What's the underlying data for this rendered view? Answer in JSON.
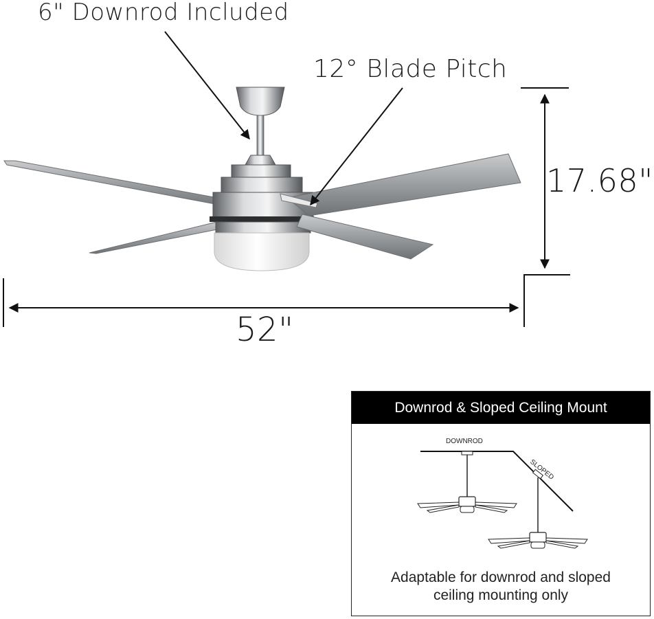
{
  "callouts": {
    "downrod": "6\" Downrod Included",
    "blade_pitch": "12° Blade Pitch"
  },
  "dimensions": {
    "height": "17.68\"",
    "width": "52\""
  },
  "mount_panel": {
    "title": "Downrod & Sloped Ceiling Mount",
    "downrod_label": "DOWNROD",
    "sloped_label": "SLOPED",
    "caption_line1": "Adaptable for downrod and sloped",
    "caption_line2": "ceiling mounting only"
  }
}
